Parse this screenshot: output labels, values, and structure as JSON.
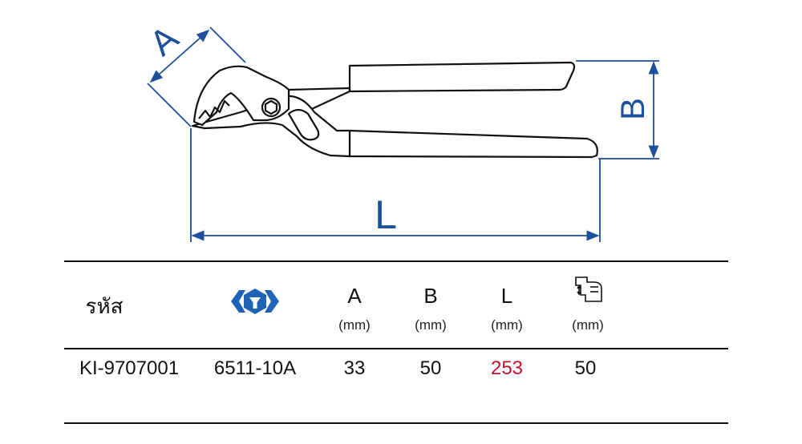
{
  "dimensions": {
    "a": "A",
    "b": "B",
    "l": "L"
  },
  "table": {
    "headers": {
      "code": "รหัส",
      "brand_icon": "wrench-socket-logo-icon",
      "a": "A",
      "b": "B",
      "l": "L",
      "capacity_icon": "jaw-capacity-icon",
      "unit": "(mm)"
    },
    "rows": [
      {
        "code": "KI-9707001",
        "model": "6511-10A",
        "a": "33",
        "b": "50",
        "l": "253",
        "capacity": "50"
      }
    ]
  },
  "colors": {
    "dimension_blue": "#1c4f9c",
    "logo_blue": "#1f63b6",
    "highlight_red": "#c8102e"
  }
}
